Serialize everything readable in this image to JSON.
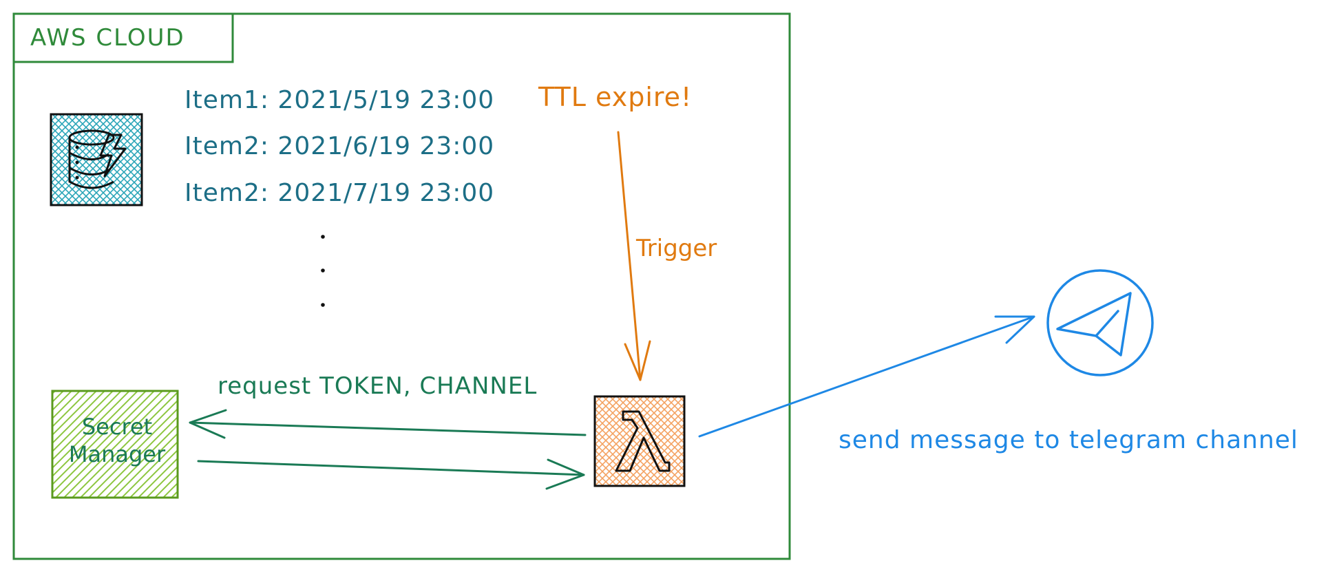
{
  "cloud": {
    "label": "AWS CLOUD",
    "color": "#2f8a3a"
  },
  "dynamodb": {
    "icon": "dynamodb-icon",
    "items": [
      {
        "text": "Item1: 2021/5/19 23:00"
      },
      {
        "text": "Item2: 2021/6/19 23:00"
      },
      {
        "text": "Item2: 2021/7/19 23:00"
      }
    ],
    "color": "#1c6e86"
  },
  "ttl": {
    "label": "TTL expire!",
    "trigger_label": "Trigger",
    "color": "#e07a10"
  },
  "secret_manager": {
    "label_line1": "Secret",
    "label_line2": "Manager",
    "request_label": "request TOKEN, CHANNEL",
    "color": "#1a7a55",
    "fill": "#8dc63f"
  },
  "lambda": {
    "icon": "lambda-icon",
    "symbol": "λ",
    "fill": "#f4a261"
  },
  "telegram": {
    "icon": "telegram-icon",
    "send_label": "send message to telegram channel",
    "color": "#1e88e5"
  }
}
